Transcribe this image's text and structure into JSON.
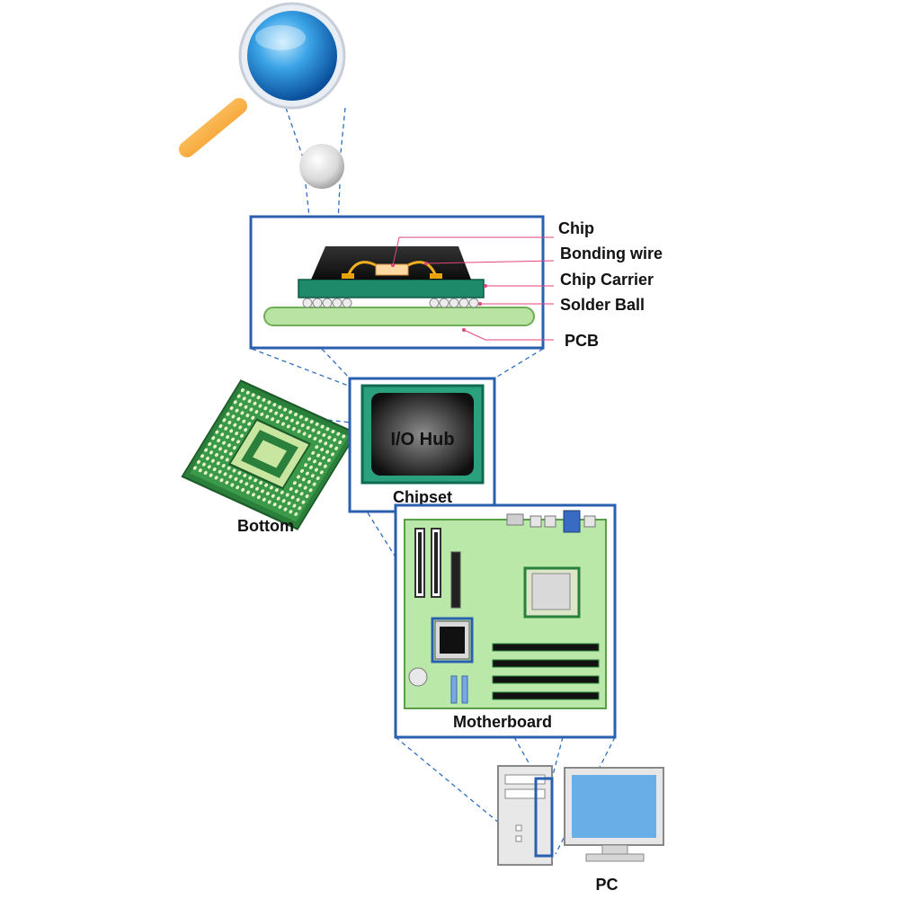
{
  "labels": {
    "chip": "Chip",
    "bonding_wire": "Bonding wire",
    "chip_carrier": "Chip Carrier",
    "solder_ball": "Solder Ball",
    "pcb": "PCB",
    "io_hub": "I/O Hub",
    "chipset": "Chipset",
    "bottom": "Bottom",
    "motherboard": "Motherboard",
    "pc": "PC"
  },
  "icons": [
    "magnifying-glass-icon",
    "solder-ball-sphere-icon",
    "bga-chip-bottom-icon",
    "io-hub-chip-icon",
    "motherboard-icon",
    "pc-tower-icon",
    "monitor-icon"
  ],
  "colors": {
    "frame": "#2a5fb0",
    "leader": "#e0447a",
    "carrier": "#1f8a6a",
    "pcb": "#b9e3a2",
    "board": "#b9e8a8"
  }
}
